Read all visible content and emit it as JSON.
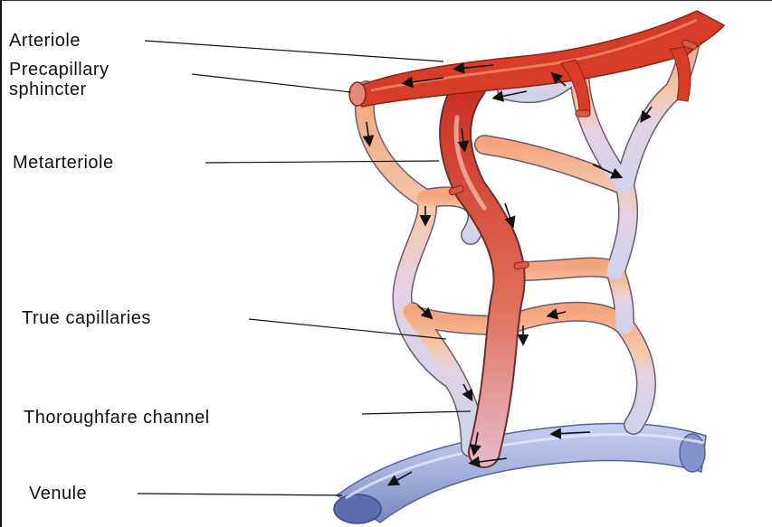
{
  "labels": {
    "arteriole": "Arteriole",
    "precapillary_line1": "Precapillary",
    "precapillary_line2": "sphincter",
    "metarteriole": "Metarteriole",
    "true_capillaries": "True capillaries",
    "thoroughfare_channel": "Thoroughfare channel",
    "venule": "Venule"
  },
  "colors": {
    "artery_red": "#d9412c",
    "artery_dark": "#a8281c",
    "capillary_orange": "#f2b08a",
    "capillary_lavender": "#dccbe3",
    "venule_blue": "#a9b6dc",
    "venule_dark": "#7383bd",
    "arrow": "#111111"
  }
}
